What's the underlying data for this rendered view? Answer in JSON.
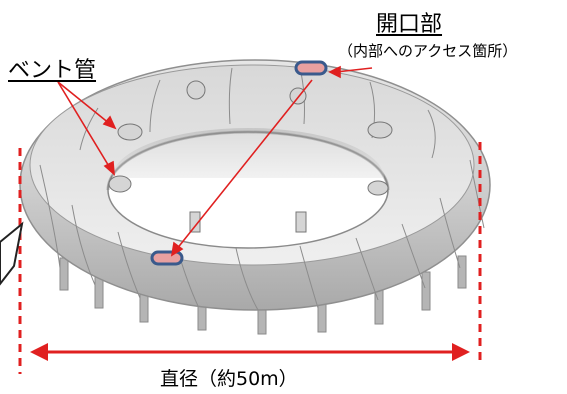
{
  "labels": {
    "vent_pipe": "ベント管",
    "opening": "開口部",
    "opening_note": "（内部へのアクセス箇所）",
    "diameter": "直径（約50m）"
  },
  "colors": {
    "annotation_red": "#e02020",
    "hatch_blue": "#3a5a8c",
    "hatch_pink": "#e8a0a0",
    "torus_gray": "#c9c9c9"
  }
}
